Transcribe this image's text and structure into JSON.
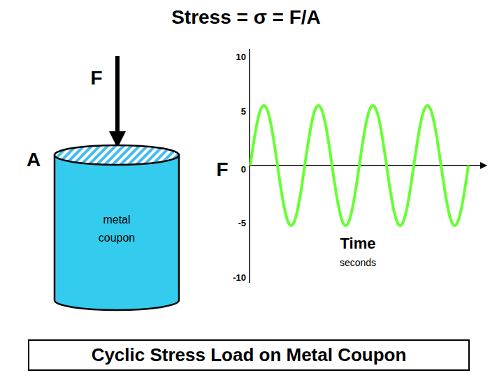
{
  "diagram": {
    "title": "Stress = σ = F/A",
    "caption": "Cyclic Stress Load on Metal Coupon",
    "nodes": [
      {
        "text": [
          "metal coupon"
        ]
      }
    ],
    "labels": [
      "F",
      "A",
      "F",
      "10",
      "5",
      "0",
      "-5",
      "-10",
      "Time",
      "seconds"
    ]
  }
}
